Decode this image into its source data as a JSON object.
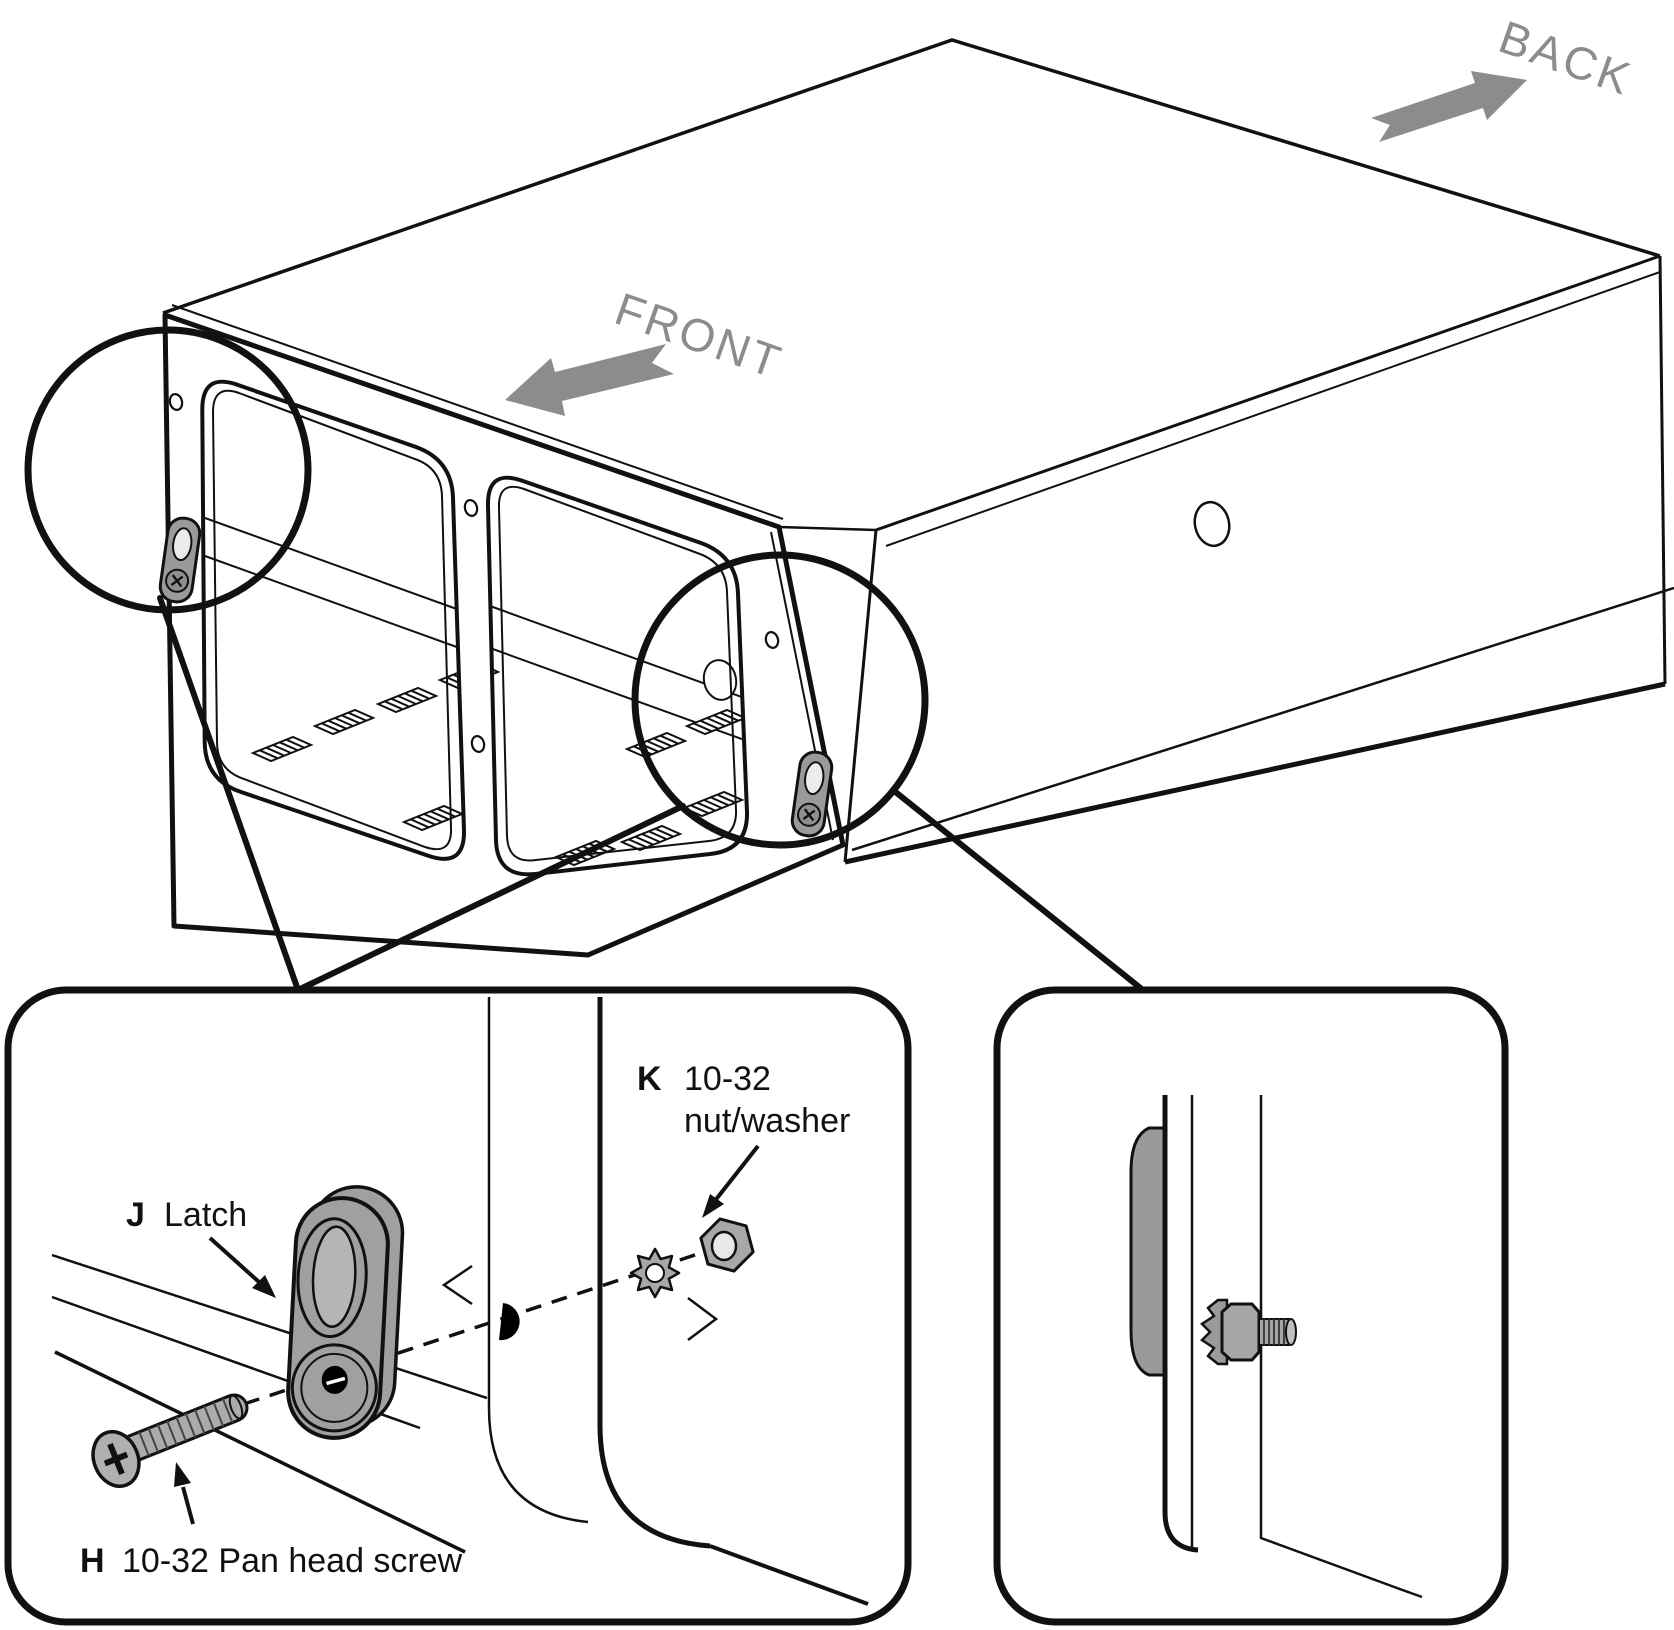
{
  "illustration": {
    "front_label": "FRONT",
    "back_label": "BACK"
  },
  "details": {
    "j": {
      "key": "J",
      "label": "Latch"
    },
    "k": {
      "key": "K",
      "line1": "10-32",
      "line2": "nut/washer"
    },
    "h": {
      "key": "H",
      "label": "10-32 Pan head screw"
    }
  },
  "icons": {
    "magnifier_left": "callout-circle",
    "magnifier_right": "callout-circle"
  },
  "colors": {
    "line": "#111111",
    "hardware_gray": "#a0a0a0",
    "direction_gray": "#8c8c8c",
    "hole_black": "#000000"
  }
}
